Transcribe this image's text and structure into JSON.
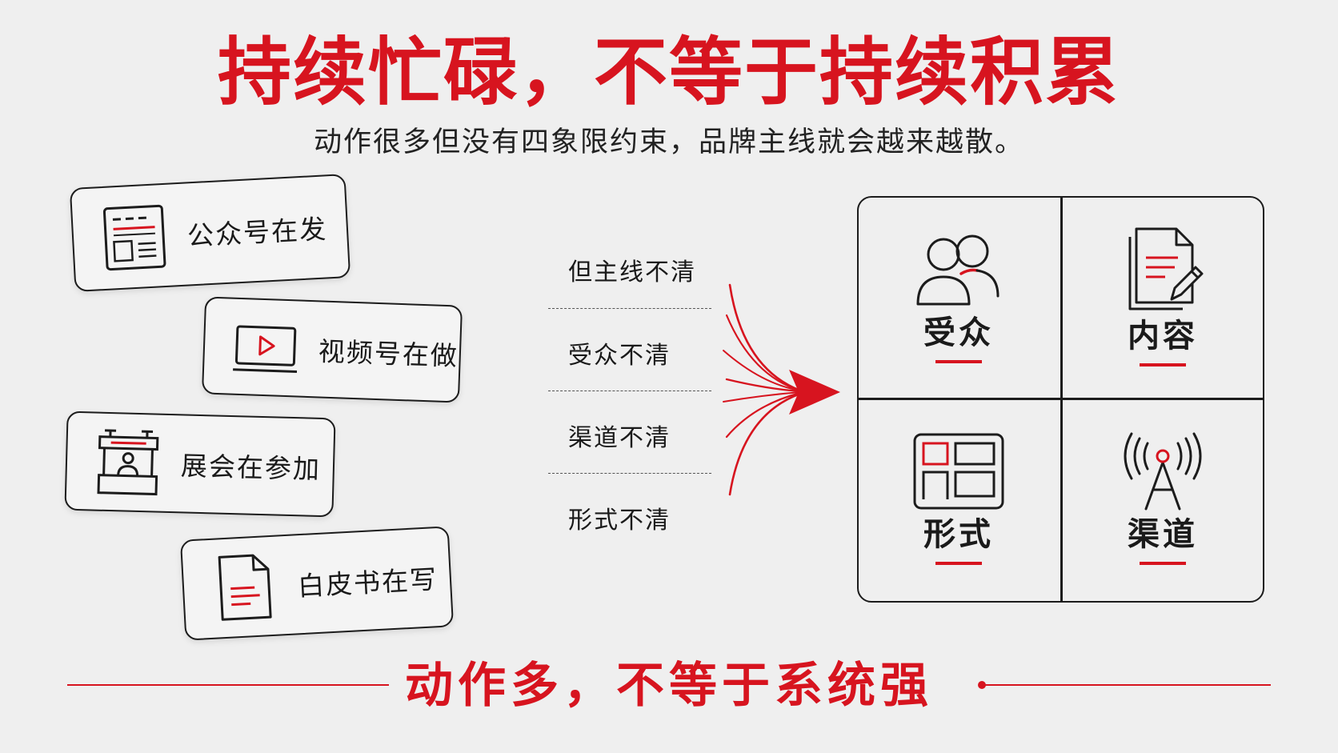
{
  "title": "持续忙碌，不等于持续积累",
  "subtitle": "动作很多但没有四象限约束，品牌主线就会越来越散。",
  "activities": [
    {
      "label": "公众号在发",
      "icon": "newspaper-icon"
    },
    {
      "label": "视频号在做",
      "icon": "video-play-icon"
    },
    {
      "label": "展会在参加",
      "icon": "exhibition-booth-icon"
    },
    {
      "label": "白皮书在写",
      "icon": "document-icon"
    }
  ],
  "problems": [
    {
      "label": "但主线不清"
    },
    {
      "label": "受众不清"
    },
    {
      "label": "渠道不清"
    },
    {
      "label": "形式不清"
    }
  ],
  "quadrants": [
    {
      "label": "受众",
      "icon": "people-icon"
    },
    {
      "label": "内容",
      "icon": "document-edit-icon"
    },
    {
      "label": "形式",
      "icon": "layout-grid-icon"
    },
    {
      "label": "渠道",
      "icon": "broadcast-tower-icon"
    }
  ],
  "footer": "动作多，不等于系统强",
  "colors": {
    "accent": "#d7141f",
    "ink": "#1c1c1c",
    "background": "#efefef"
  }
}
